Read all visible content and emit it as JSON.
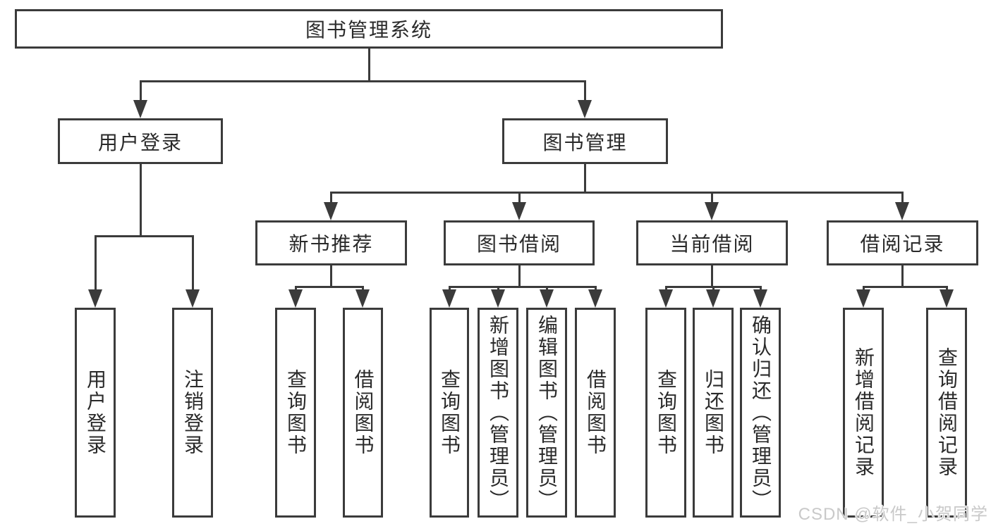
{
  "colors": {
    "line": "#3b3b3b",
    "text": "#2a2a2a",
    "background": "#ffffff",
    "watermark": "#c9c9c9"
  },
  "watermark": {
    "text": "CSDN @软件_小贺同学"
  },
  "diagram": {
    "root": {
      "label": "图书管理系统"
    },
    "level2": [
      {
        "label": "用户登录"
      },
      {
        "label": "图书管理"
      }
    ],
    "level3": [
      {
        "label": "新书推荐"
      },
      {
        "label": "图书借阅"
      },
      {
        "label": "当前借阅"
      },
      {
        "label": "借阅记录"
      }
    ],
    "leaves": [
      {
        "label": "用户登录"
      },
      {
        "label": "注销登录"
      },
      {
        "label": "查询图书"
      },
      {
        "label": "借阅图书"
      },
      {
        "label": "查询图书"
      },
      {
        "label": "新增图书（管理员）"
      },
      {
        "label": "编辑图书（管理员）"
      },
      {
        "label": "借阅图书"
      },
      {
        "label": "查询图书"
      },
      {
        "label": "归还图书"
      },
      {
        "label": "确认归还（管理员）"
      },
      {
        "label": "新增借阅记录"
      },
      {
        "label": "查询借阅记录"
      }
    ]
  }
}
